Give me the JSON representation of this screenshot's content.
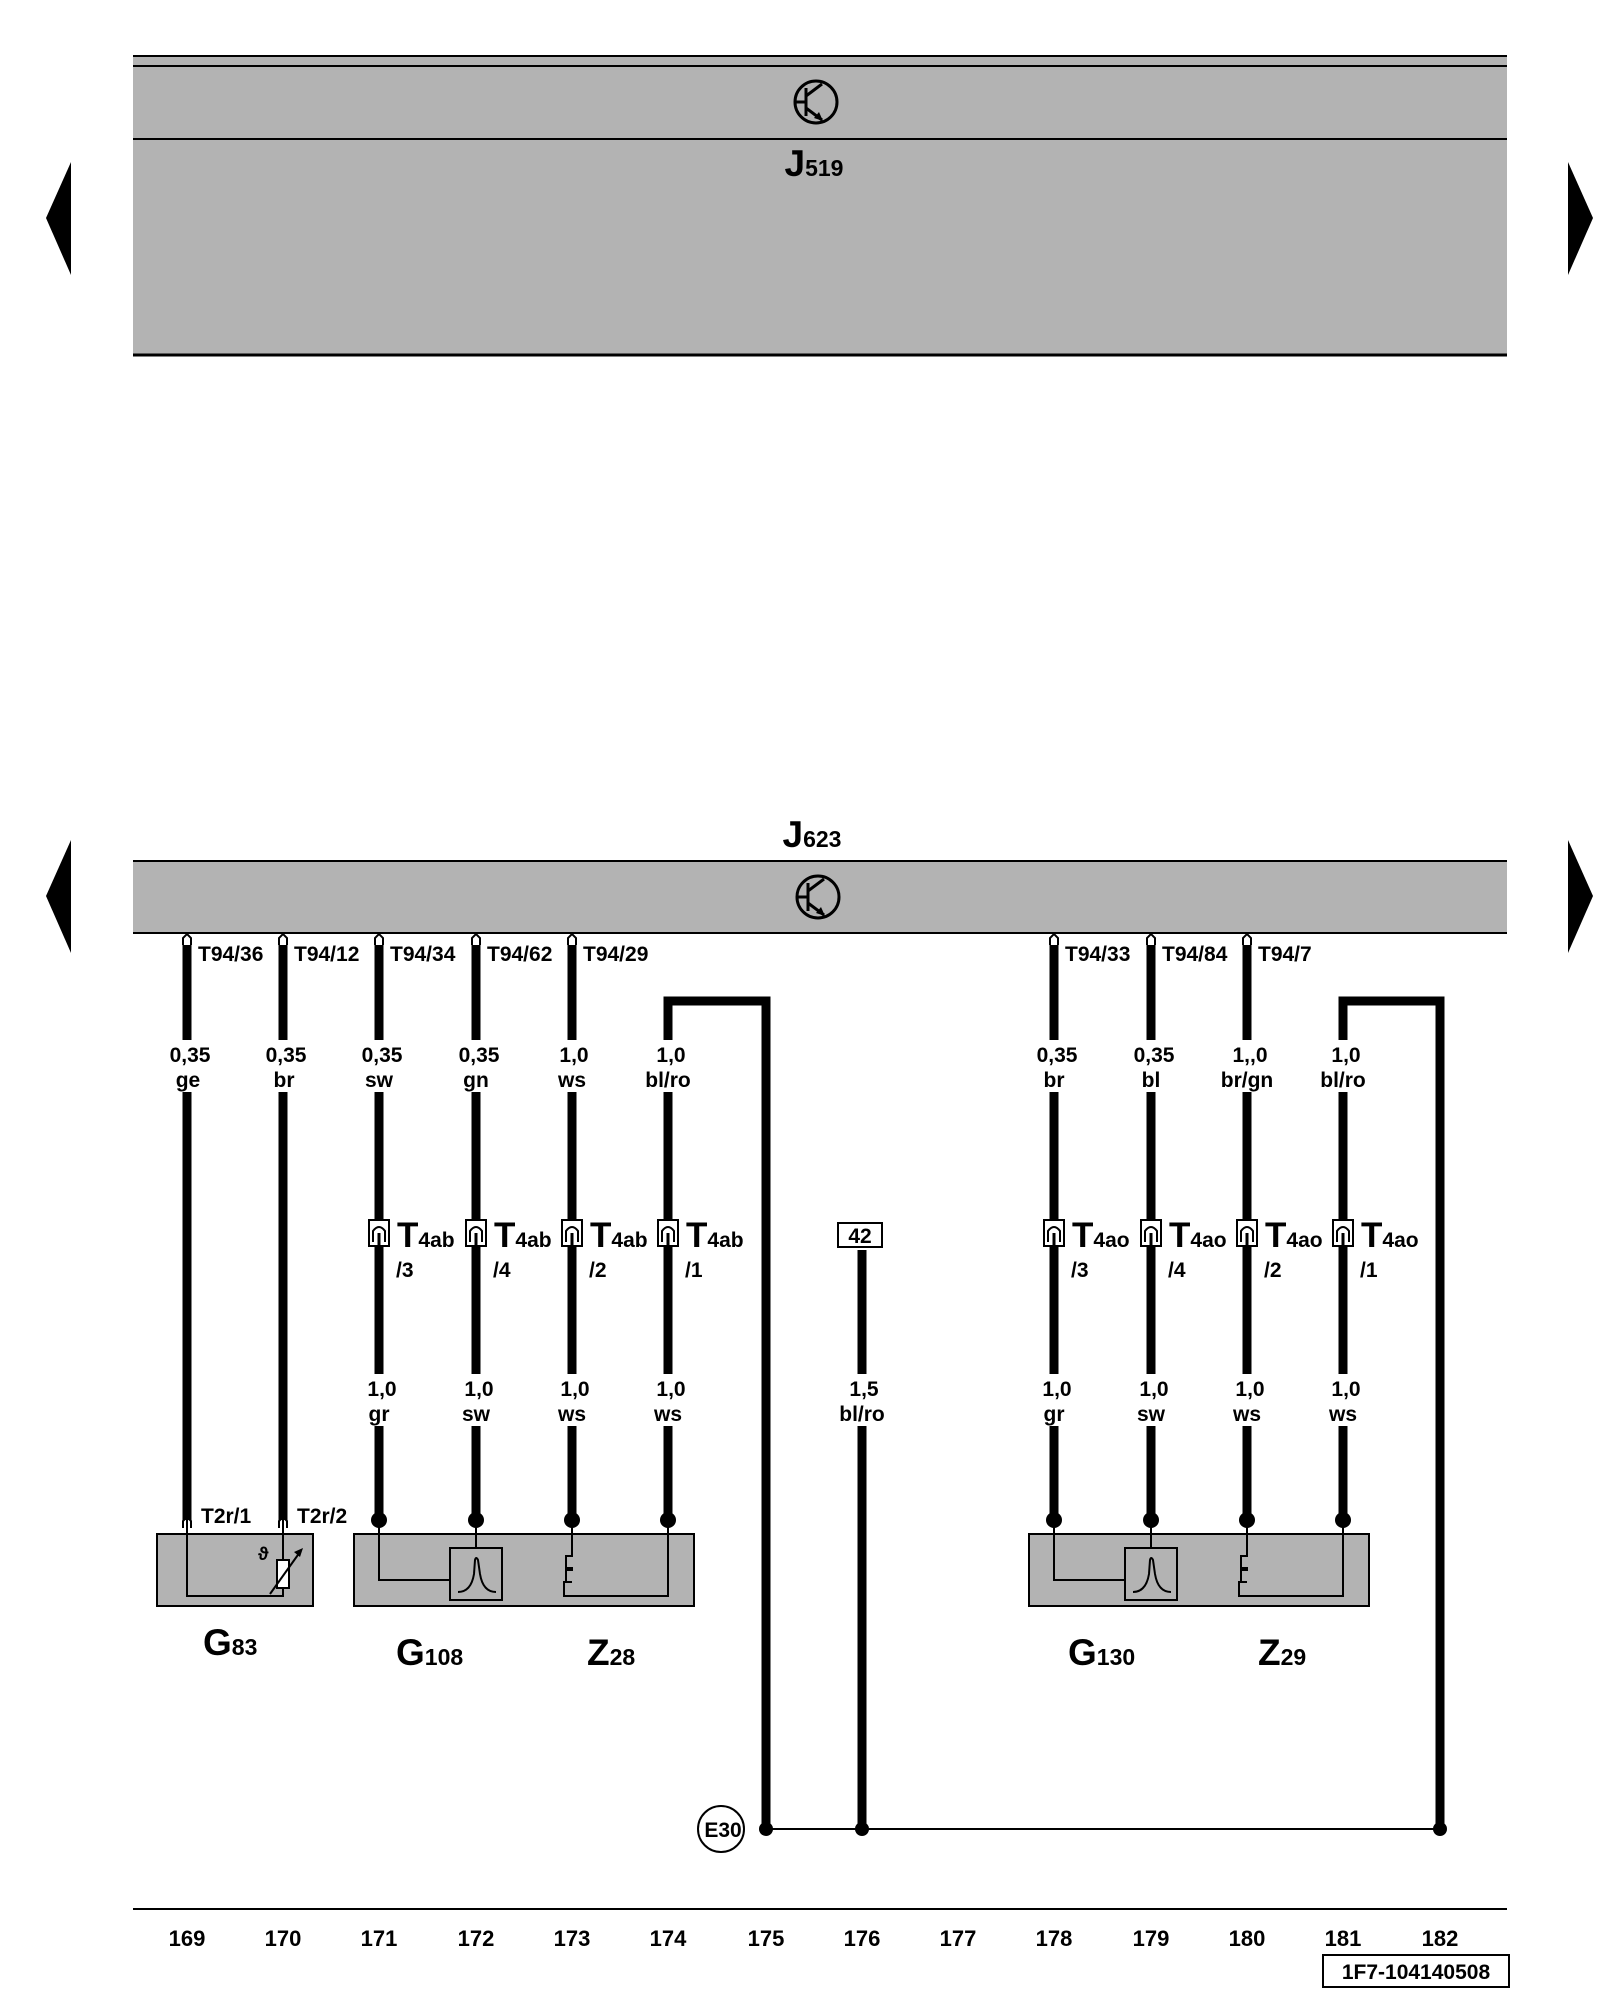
{
  "units": {
    "top": {
      "name": "J",
      "sub": "519",
      "icon": "transistor-symbol-icon"
    },
    "bottom": {
      "name": "J",
      "sub": "623",
      "icon": "transistor-symbol-icon"
    }
  },
  "pins": [
    "T94/36",
    "T94/12",
    "T94/34",
    "T94/62",
    "T94/29",
    "T94/33",
    "T94/84",
    "T94/7"
  ],
  "wires_upper": [
    {
      "size": "0,35",
      "color": "ge"
    },
    {
      "size": "0,35",
      "color": "br"
    },
    {
      "size": "0,35",
      "color": "sw"
    },
    {
      "size": "0,35",
      "color": "gn"
    },
    {
      "size": "1,0",
      "color": "ws"
    },
    {
      "size": "1,0",
      "color": "bl/ro"
    },
    {
      "size": "0,35",
      "color": "br"
    },
    {
      "size": "0,35",
      "color": "bl"
    },
    {
      "size": "1,,0",
      "color": "br/gn"
    },
    {
      "size": "1,0",
      "color": "bl/ro"
    }
  ],
  "connectors": [
    {
      "main": "T",
      "sub": "4ab",
      "pin": "/3"
    },
    {
      "main": "T",
      "sub": "4ab",
      "pin": "/4"
    },
    {
      "main": "T",
      "sub": "4ab",
      "pin": "/2"
    },
    {
      "main": "T",
      "sub": "4ab",
      "pin": "/1"
    },
    {
      "main": "T",
      "sub": "4ao",
      "pin": "/3"
    },
    {
      "main": "T",
      "sub": "4ao",
      "pin": "/4"
    },
    {
      "main": "T",
      "sub": "4ao",
      "pin": "/2"
    },
    {
      "main": "T",
      "sub": "4ao",
      "pin": "/1"
    }
  ],
  "ref_box": "42",
  "wires_lower": [
    {
      "size": "1,0",
      "color": "gr"
    },
    {
      "size": "1,0",
      "color": "sw"
    },
    {
      "size": "1,0",
      "color": "ws"
    },
    {
      "size": "1,0",
      "color": "ws"
    },
    {
      "size": "1,5",
      "color": "bl/ro"
    },
    {
      "size": "1,0",
      "color": "gr"
    },
    {
      "size": "1,0",
      "color": "sw"
    },
    {
      "size": "1,0",
      "color": "ws"
    },
    {
      "size": "1,0",
      "color": "ws"
    }
  ],
  "sensor_pins": [
    "T2r/1",
    "T2r/2"
  ],
  "components": [
    {
      "main": "G",
      "sub": "83"
    },
    {
      "main": "G",
      "sub": "108"
    },
    {
      "main": "Z",
      "sub": "28"
    },
    {
      "main": "G",
      "sub": "130"
    },
    {
      "main": "Z",
      "sub": "29"
    }
  ],
  "ground": "E30",
  "columns": [
    "169",
    "170",
    "171",
    "172",
    "173",
    "174",
    "175",
    "176",
    "177",
    "178",
    "179",
    "180",
    "181",
    "182"
  ],
  "doc_id": "1F7-104140508",
  "nav": {
    "prev_icon": "triangle-left-icon",
    "next_icon": "triangle-right-icon"
  },
  "colors": {
    "module_fill": "#b3b3b3",
    "line": "#000000",
    "background": "#ffffff"
  }
}
